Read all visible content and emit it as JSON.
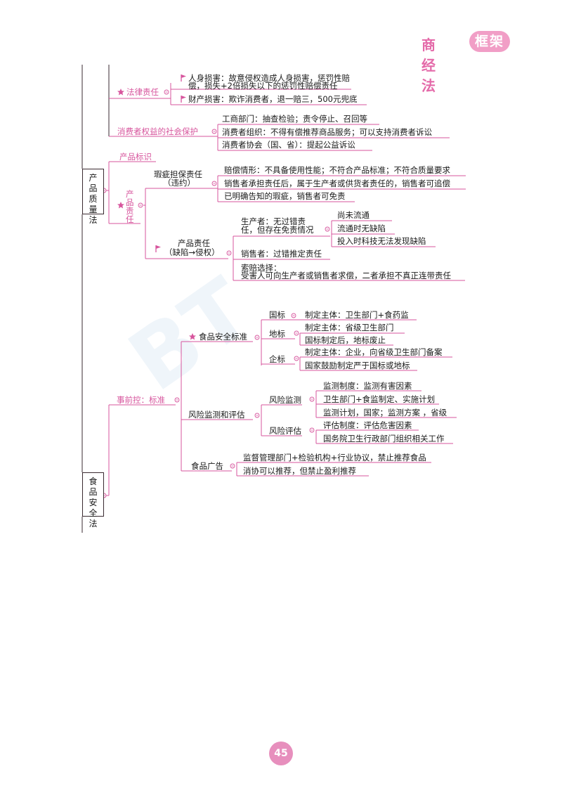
{
  "header": {
    "brand": "商经法",
    "brand_pill": "框架"
  },
  "page_number": "45",
  "watermark": "BT",
  "colors": {
    "pink": "#d7559d",
    "line": "#3a2a30",
    "logo_pill": "#f19ec6"
  },
  "sec1": {
    "legal_liability": "法律责任",
    "personal_injury_1": "人身损害：故意侵权造成人身损害，惩罚性赔",
    "personal_injury_2": "偿，损失+2倍损失以下的惩罚性赔偿责任",
    "property_damage": "财产损害：欺诈消费者，退一赔三，500元兜底",
    "social_protection": "消费者权益的社会保护",
    "sp_items": [
      "工商部门：抽查检验；责令停止、召回等",
      "消费者组织：不得有偿推荐商品服务；可以支持消费者诉讼",
      "消费者协会（国、省）：提起公益诉讼"
    ]
  },
  "sec2": {
    "box": "产品质量法",
    "product_label": "产品标识",
    "product_liability": "产品责任",
    "warranty_1": "瑕疵担保责任",
    "warranty_2": "（违约）",
    "warranty_items": [
      "赔偿情形：不具备使用性能；不符合产品标准；不符合质量要求",
      "销售者承担责任后，属于生产者或供货者责任的，销售者可追偿",
      "已明确告知的瑕疵，销售者可免责"
    ],
    "pl_1": "产品责任",
    "pl_2": "（缺陷→侵权）",
    "producer_1": "生产者：无过错责",
    "producer_2": "任，但存在免责情况",
    "exemptions": [
      "尚未流通",
      "流通时无缺陷",
      "投入时科技无法发现缺陷"
    ],
    "seller": "销售者：过错推定责任",
    "claim_1": "索赔选择：",
    "claim_2": "受害人可向生产者或销售者求偿，二者承担不真正连带责任"
  },
  "sec3": {
    "box": "食品安全法",
    "pre_control": "事前控：标准",
    "fss": "食品安全标准",
    "national": "国标",
    "national_item": "制定主体：卫生部门+食药监",
    "local": "地标",
    "local_items": [
      "制定主体：省级卫生部门",
      "国标制定后，地标废止"
    ],
    "enterprise": "企标",
    "enterprise_items": [
      "制定主体：企业，向省级卫生部门备案",
      "国家鼓励制定严于国标或地标"
    ],
    "risk": "风险监测和评估",
    "monitoring": "风险监测",
    "monitoring_items": [
      "监测制度：监测有害因素",
      "卫生部门+食监制定、实施计划",
      "监测计划，国家；监测方案 ，省级"
    ],
    "assessment": "风险评估",
    "assessment_items": [
      "评估制度：评估危害因素",
      "国务院卫生行政部门组织相关工作"
    ],
    "ads": "食品广告",
    "ads_items": [
      "监督管理部门+检验机构+行业协议，禁止推荐食品",
      "消协可以推荐，但禁止盈利推荐"
    ]
  }
}
